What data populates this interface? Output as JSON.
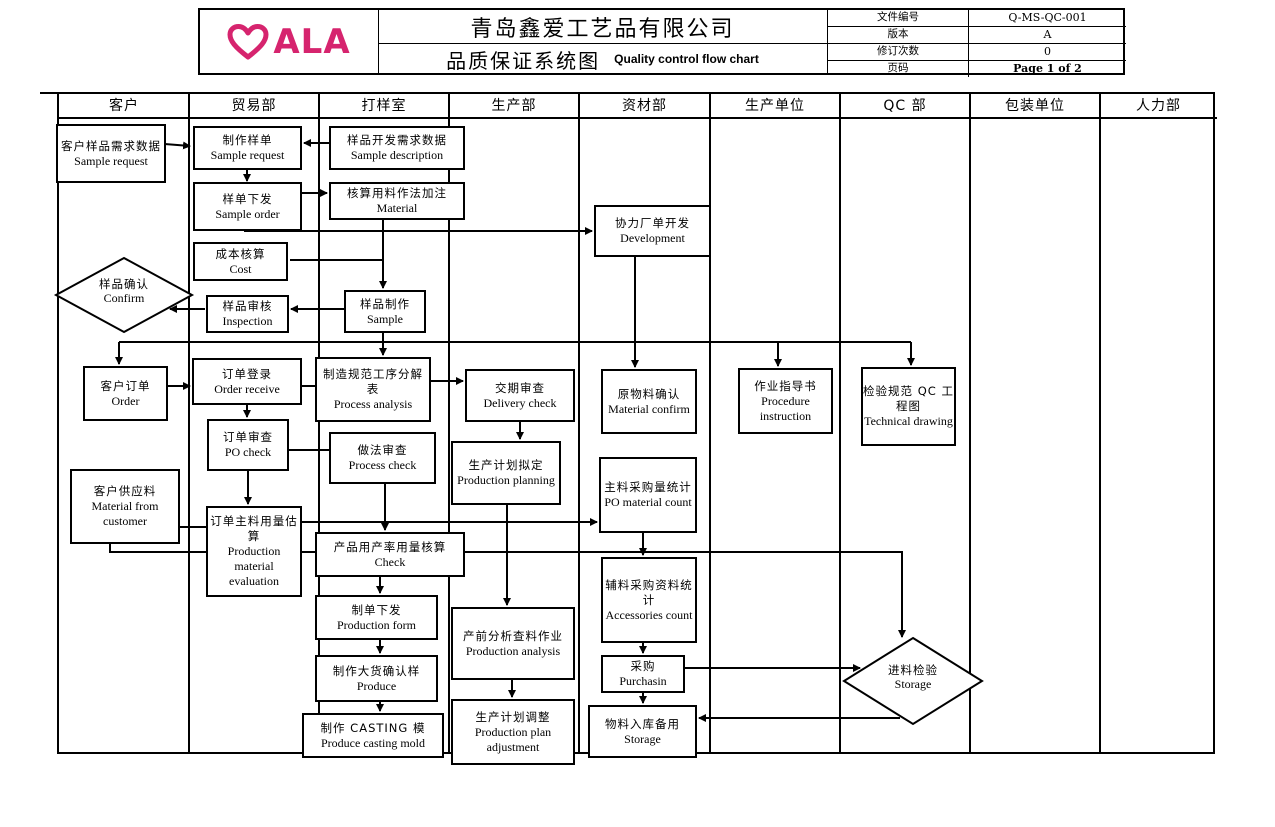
{
  "header": {
    "logo_text": "ALA",
    "brand_color": "#d6246e",
    "company_name": "青岛鑫爱工艺品有限公司",
    "doc_title_cn": "品质保证系统图",
    "doc_title_en": "Quality control flow chart",
    "meta": [
      {
        "label": "文件编号",
        "value": "Q-MS-QC-001"
      },
      {
        "label": "版本",
        "value": "A"
      },
      {
        "label": "修订次数",
        "value": "0"
      },
      {
        "label": "页码",
        "value": "Page 1 of   2"
      }
    ]
  },
  "lanes": [
    "客户",
    "贸易部",
    "打样室",
    "生产部",
    "资材部",
    "生产单位",
    "QC 部",
    "包装单位",
    "人力部"
  ],
  "nodes": {
    "customer_sample_request": {
      "cn": "客户样品需求数据",
      "en": "Sample request"
    },
    "make_sample_order": {
      "cn": "制作样单",
      "en": "Sample request"
    },
    "sample_dev_data": {
      "cn": "样品开发需求数据",
      "en": "Sample description"
    },
    "sample_order_issue": {
      "cn": "样单下发",
      "en": "Sample order"
    },
    "material_calc": {
      "cn": "核算用料作法加注",
      "en": "Material"
    },
    "subcontract_dev": {
      "cn": "协力厂单开发",
      "en": "Development"
    },
    "cost_calc": {
      "cn": "成本核算",
      "en": "Cost"
    },
    "sample_confirm": {
      "cn": "样品确认",
      "en": "Confirm"
    },
    "sample_inspection": {
      "cn": "样品审核",
      "en": "Inspection"
    },
    "sample_make": {
      "cn": "样品制作",
      "en": "Sample"
    },
    "customer_order": {
      "cn": "客户订单",
      "en": "Order"
    },
    "order_receive": {
      "cn": "订单登录",
      "en": "Order receive"
    },
    "process_analysis": {
      "cn": "制造规范工序分解表",
      "en": "Process analysis"
    },
    "delivery_check": {
      "cn": "交期审查",
      "en": "Delivery check"
    },
    "raw_material_confirm": {
      "cn": "原物料确认",
      "en": "Material confirm"
    },
    "procedure_instruction": {
      "cn": "作业指导书",
      "en": "Procedure instruction"
    },
    "qc_spec": {
      "cn": "检验规范 QC 工程图",
      "en": "Technical drawing"
    },
    "po_check": {
      "cn": "订单审查",
      "en": "PO check"
    },
    "process_check": {
      "cn": "做法审查",
      "en": "Process check"
    },
    "production_planning": {
      "cn": "生产计划拟定",
      "en": "Production planning"
    },
    "customer_material": {
      "cn": "客户供应料",
      "en": "Material from customer"
    },
    "po_material_count": {
      "cn": "主料采购量统计",
      "en": "PO material count"
    },
    "material_evaluation": {
      "cn": "订单主料用量估算",
      "en": "Production material evaluation"
    },
    "usage_check": {
      "cn": "产品用产率用量核算",
      "en": "Check"
    },
    "accessories_count": {
      "cn": "辅料采购资料统计",
      "en": "Accessories count"
    },
    "production_form": {
      "cn": "制单下发",
      "en": "Production form"
    },
    "pre_production_analysis": {
      "cn": "产前分析查料作业",
      "en": "Production analysis"
    },
    "purchasing": {
      "cn": "采购",
      "en": "Purchasin"
    },
    "incoming_inspection": {
      "cn": "进料检验",
      "en": "Storage"
    },
    "produce_confirm_sample": {
      "cn": "制作大货确认样",
      "en": "Produce"
    },
    "casting_mold": {
      "cn": "制作 CASTING 模",
      "en": "Produce casting mold"
    },
    "plan_adjustment": {
      "cn": "生产计划调整",
      "en": "Production plan adjustment"
    },
    "storage": {
      "cn": "物料入库备用",
      "en": "Storage"
    }
  }
}
